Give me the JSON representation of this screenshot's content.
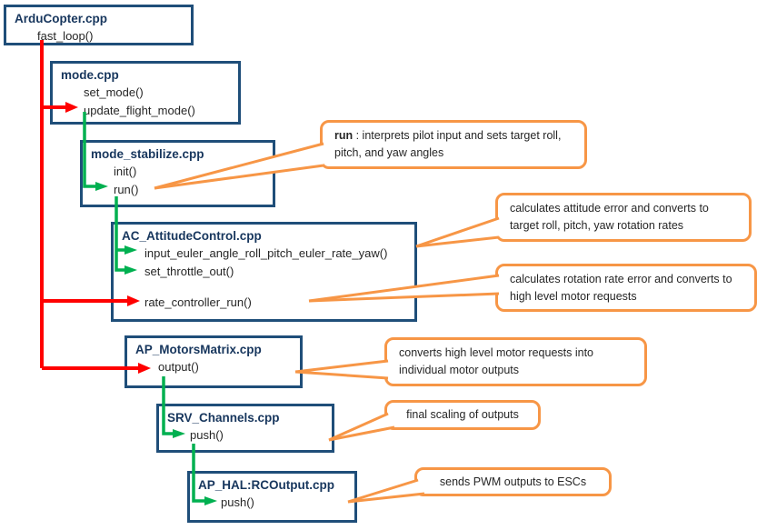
{
  "boxes": [
    {
      "title": "ArduCopter.cpp",
      "items": [
        "fast_loop()"
      ]
    },
    {
      "title": "mode.cpp",
      "items": [
        "set_mode()",
        "update_flight_mode()"
      ]
    },
    {
      "title": "mode_stabilize.cpp",
      "items": [
        "init()",
        "run()"
      ]
    },
    {
      "title": "AC_AttitudeControl.cpp",
      "items": [
        "input_euler_angle_roll_pitch_euler_rate_yaw()",
        "set_throttle_out()",
        "rate_controller_run()"
      ]
    },
    {
      "title": "AP_MotorsMatrix.cpp",
      "items": [
        "output()"
      ]
    },
    {
      "title": "SRV_Channels.cpp",
      "items": [
        "push()"
      ]
    },
    {
      "title": "AP_HAL:RCOutput.cpp",
      "items": [
        "push()"
      ]
    }
  ],
  "callouts": [
    {
      "bold": "run",
      "text": " :  interprets pilot input and sets target roll, pitch, and yaw angles"
    },
    {
      "text": "calculates attitude error and converts to target roll, pitch, yaw rotation rates"
    },
    {
      "text": "calculates rotation rate error and converts to high level motor requests"
    },
    {
      "text": "converts high level motor requests into individual motor outputs"
    },
    {
      "text": "final scaling of outputs"
    },
    {
      "text": "sends PWM outputs to ESCs"
    }
  ],
  "colors": {
    "box_border": "#1f4e79",
    "callout_border": "#f79646",
    "call_arrow_red": "#ff0000",
    "flow_arrow_green": "#00b050"
  }
}
